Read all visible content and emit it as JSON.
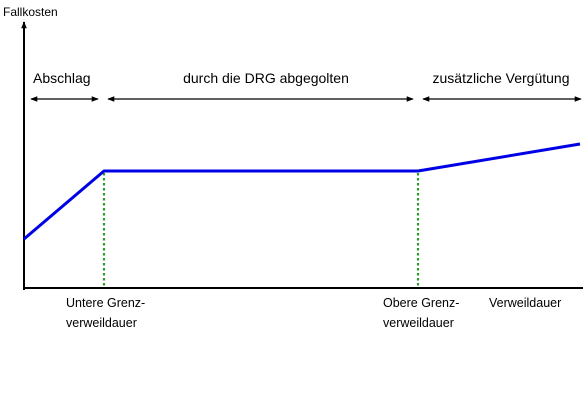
{
  "axes": {
    "y_label": "Fallkosten",
    "x_label": "Verweildauer"
  },
  "ranges": {
    "left": "Abschlag",
    "middle": "durch die DRG abgegolten",
    "right": "zusätzliche Vergütung"
  },
  "markers": {
    "lower": {
      "line1": "Untere Grenz-",
      "line2": "verweildauer"
    },
    "upper": {
      "line1": "Obere Grenz-",
      "line2": "verweildauer"
    }
  },
  "colors": {
    "axis": "#000000",
    "cost_curve": "#0000e6",
    "marker_line": "#2e9a2e",
    "text": "#000000"
  }
}
